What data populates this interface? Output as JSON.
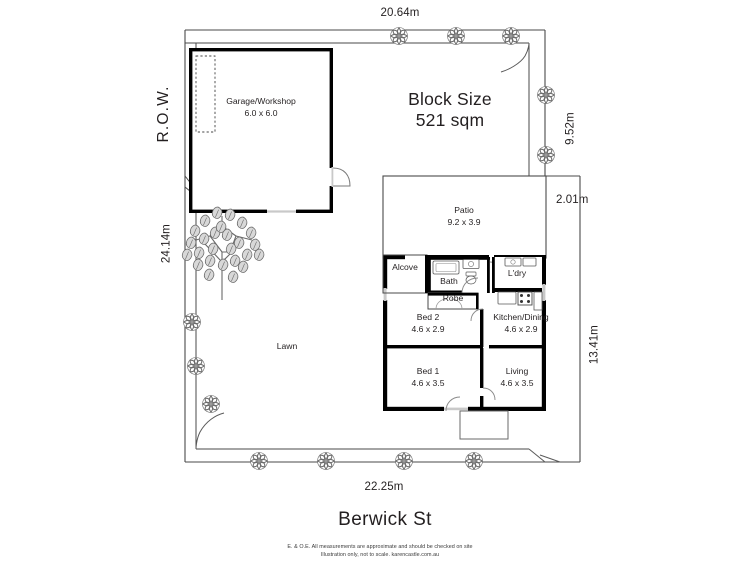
{
  "plan": {
    "block": {
      "title_line1": "Block Size",
      "title_line2": "521 sqm"
    },
    "street_name": "Berwick St",
    "row_label": "R.O.W.",
    "lawn_label": "Lawn",
    "dimensions": {
      "top": "20.64m",
      "left": "24.14m",
      "right_upper": "9.52m",
      "right_step": "2.01m",
      "right_lower": "13.41m",
      "bottom": "22.25m"
    },
    "structures": [
      {
        "name": "Garage/Workshop",
        "size": "6.0 x 6.0"
      }
    ],
    "rooms": [
      {
        "name": "Patio",
        "size": "9.2 x 3.9"
      },
      {
        "name": "Alcove",
        "size": ""
      },
      {
        "name": "Bath",
        "size": ""
      },
      {
        "name": "L'dry",
        "size": ""
      },
      {
        "name": "Robe",
        "size": ""
      },
      {
        "name": "Bed 2",
        "size": "4.6 x 2.9"
      },
      {
        "name": "Kitchen/Dining",
        "size": "4.6 x 2.9"
      },
      {
        "name": "Bed 1",
        "size": "4.6 x 3.5"
      },
      {
        "name": "Living",
        "size": "4.6 x 3.5"
      }
    ],
    "disclaimer": {
      "line1": "E. & O.E. All measurements are approximate and should be checked on site",
      "line2": "Illustration only, not to scale.     karencastle.com.au"
    },
    "colors": {
      "wall": "#000000",
      "boundary": "#4a4a4a",
      "window": "#c9c9c9",
      "text": "#231f20",
      "shrub": "#6e6e6e",
      "tree": "#808080"
    }
  }
}
